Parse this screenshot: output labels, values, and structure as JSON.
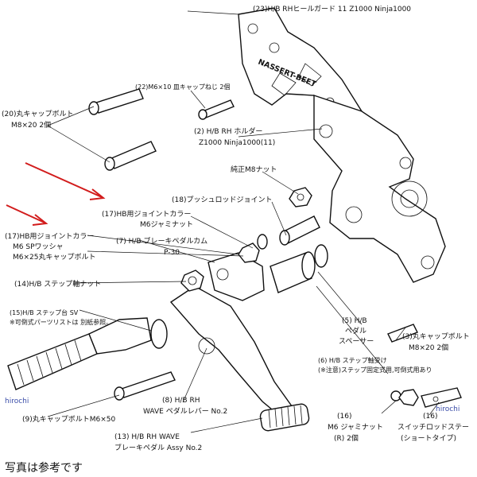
{
  "labels": {
    "p23": "(23)H/B RHヒールガード 11 Z1000 Ninja1000",
    "p23_stamp": "NASSERT-BEET",
    "p22": "(22)M6×10 皿キャップねじ 2個",
    "p20_a": "(20)丸キャップボルト",
    "p20_b": "M8×20 2個",
    "p2_a": "(2) H/B RH ホルダー",
    "p2_b": "Z1000 Ninja1000(11)",
    "genuine_nut": "純正M8ナット",
    "p18": "(18)プッシュロッドジョイント",
    "p17r_a": "(17)HB用ジョイントカラー",
    "p17r_b": "M6ジャミナット",
    "p17l_a": "(17)HB用ジョイントカラー",
    "p17l_b": "M6 SPワッシャ",
    "p17l_c": "M6×25丸キャップボルト",
    "p7_a": "(7) H/B ブレーキペダルカム",
    "p7_b": "P-30",
    "p14": "(14)H/B ステップ軸ナット",
    "p15_a": "(15)H/B ステップ台 SV",
    "p15_b": "※可倒式パーツリストは 別紙参照。",
    "p5_a": "(5) H/B",
    "p5_b": "ペダル",
    "p5_c": "スペーサー",
    "p3_a": "(3)丸キャップボルト",
    "p3_b": "M8×20 2個",
    "p6_a": "(6) H/B ステップ軸受け",
    "p6_b": "(※注意)ステップ固定式用,可倒式用あり",
    "p9": "(9)丸キャップボルトM6×50",
    "p8_a": "(8) H/B RH",
    "p8_b": "WAVE ペダルレバー No.2",
    "p13_a": "(13) H/B RH WAVE",
    "p13_b": "ブレーキペダル Assy No.2",
    "p16l_a": "(16)",
    "p16l_b": "M6 ジャミナット",
    "p16l_c": "(R) 2個",
    "p16r_a": "(16)",
    "p16r_b": "スイッチロッドステー",
    "p16r_c": "(ショートタイプ)"
  },
  "caption": "写真は参考です",
  "watermark": "hirochi",
  "colors": {
    "arrow": "#d21c1c",
    "ink": "#111111",
    "watermark": "#3a4da8"
  }
}
